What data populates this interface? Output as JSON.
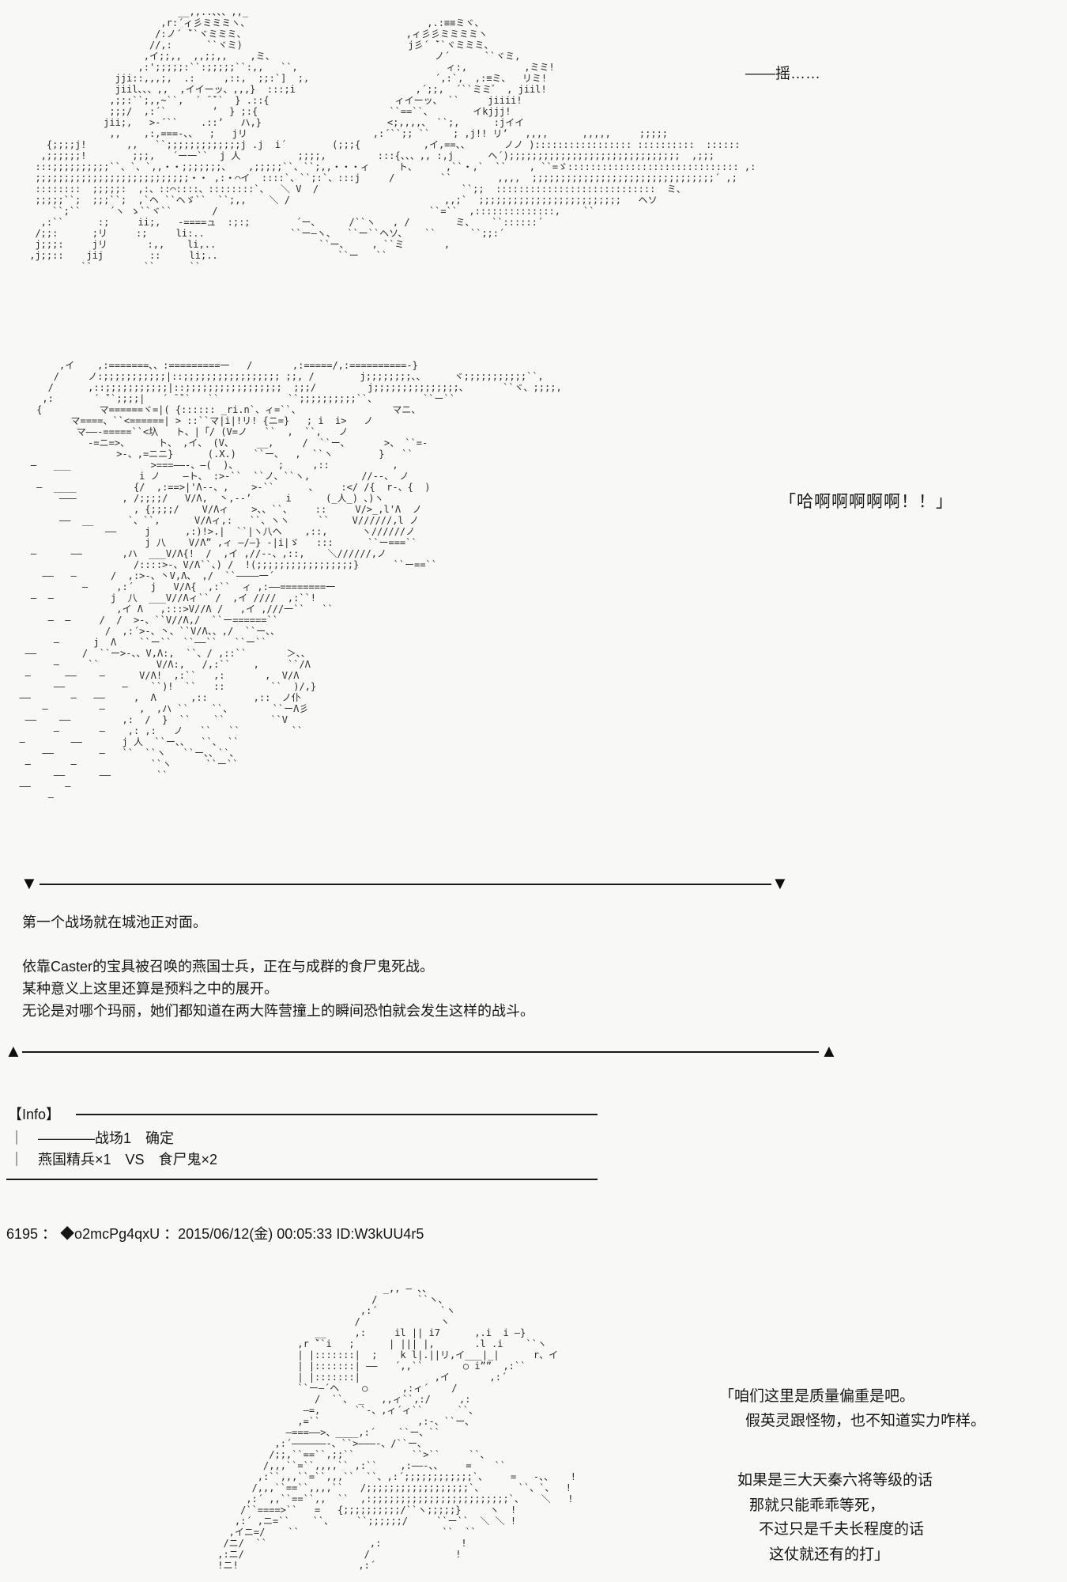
{
  "page": {
    "bg_color": "#f8f8f6",
    "ink_color": "#1a1a1a"
  },
  "top_scene": {
    "sfx_label": "——摇……",
    "ascii_art": [
      "                           __,,..、、、,,_",
      "                        ,r:´ィ彡ミミミヽ、                               ,.:≡≡ミヾ、",
      "                       /:ノ´ ̄``ヾミミミ、                            ,ィ彡彡ミミミミヽ",
      "                      //,:      ``ヾミ)                             j彡´ ̄``ヾミミミ、",
      "                     ,イ;;,,  ,,;;,,    ,ミ、                            ノ´      ``ヾミ,",
      "                    ,:';;;;;:``:;;;;;``:,,   ``,                          ィ:,          ,ミミ!",
      "                jji::,,,;,  .:     ,::,  ;;:`]  ;,                      ´,:`,  ,:≡ミ、  リミ!",
      "                jiil、、、,,  ,イイーッ、,,,}  :::;i                     ,´;;,  ´``ミミ゛ , jiil!",
      "               ,;;:``;,,~``,  ´ ̄ ̄``  } .::{                      ィイーッ、 ``     jiiii!",
      "               ;;;/  ,:´`        ’  } ;:{                       ``==``、       イkjjj!",
      "              jii;,   >-´``    .::’   ハ,}                      <;,,,,、 ``;,      :jイイ",
      "               ,,    ,:,===-、、  ;   jリ                      ,:´``;; ``    ; ,j!! リ’   ,,,,      ,,,,,     ;;;;;",
      "    {;;;;j!       ,,   ``;;;;;;;;;;;;;j .j  i´        (;;;{           ,イ,==、、      ノノ )::::::::::::::::: ::::::::::  ::::::",
      "   ,;;;;;;!        ;;;,   ´ー一``  j 人          ;;;;,         :::{、、、,, :,j      ヘ´);;;;;;;;;;;;;;;;;;;;;;;;;;;;;;  ,;;;",
      "  :::;;;;;;;;;;``、`、`,,・・;;;;;;;、   ,;;;;;``、``;,,・・・ィ     ト、     ,``・,`  ``    , ``=ゞ:::::::::::::::::::::::::::::: ,:",
      "  ;;;;;;;;;;;;;;;;;;;;;;;;;;;・・ ,:・⌒イ  ::::`、``;:`、:::j     /        ``        ,,,,  ;;;;;;;;;;;;;;;;;;;;;;;;;;;;;;;;´ ,;",
      "  ::::::::  ;;;;;:  ,:、::⌒::::、::::::::`、  ＼ V  /                         ``;;  ::::::::::::::::::::::::::::  ミ、",
      "  ;;;;;``;  ;;;``;  ,`ヘ ``ヘゞ``  ``;,,    ＼ /                           ,,;`  ;;;;;;;;;;;;;;;;;;;;;;;;;   ヘソ",
      "     ``;``     ´ヽ ゝ``ヾ``       /                                     ``=``  ,::::::::::::::,    ``",
      "   ,:``      :;     ii;,   -====ュ  :;:;        ´ー、     /``ヽ   , /        ミ、   ``::::::´",
      "  /;;:      ;リ     :;     li:..               ``ー―ヽ、  ``ー``ヘソ、   ``      ``;;:´",
      "  j;;;:     jリ       :,,    li,..                  ``ー、    , ``ミ       ,",
      " ,j;;::    jij        ::     li;..                     ``ー   ``",
      "          ``         ``      ``"
    ]
  },
  "middle_scene": {
    "dialogue": "「哈啊啊啊啊啊！！」",
    "ascii_art": [
      "         ,イ    ,:=======、、:=========一   /       ,:=====/,:==========-}",
      "        /     ノ:;;;;;;;;;;;|::;;;;;;;;;;;;;;;;; ;;, /        j;;;;;;;;、、     ヾ;;;;;;;;;;;``,",
      "       /      ,::;;;;;;;;;;;|::;;;;;;;;;;;;;;;;;  ;;;/         j;;;;;;;;;;;;;;;、      ``ヾ、;;;;,",
      "      ,:       ´ ̄``;;;;|   ´ ̄ ̄``   ``            ``;;;;;;;;;;``、        ``ー``",
      "     {          マ======ヾ=|( {:::::: _ri.n`、ィ=``、                マニ、",
      "           マ====、``<======| > ::``マ|i|!リ! {ニ=}   ; i  i>   ノ",
      "            マ――-=====``<圦   ト、|「/ (V=ノ   ``  ,  ``,   ノ",
      "              -=ニ=>、     ト、 ,イ、 (V、    __,     /  ``ー、      >、 ``=-",
      "                   >-、,=ニニ}      (.X.)   ``ー、  ,  ``ヽ        }   ``",
      "    ―   ___              >===――-、―(  )、       ;     ,::           ,",
      "                       i ノ    ―ト、 :>-``  ``ノ、``ヽ,         //--、 ノ",
      "     ―  ____          {/  ,:==>|'Λ--、,    >-``      、    :</ /{  r-、{  )",
      "         ―――        , /;;;;/   V/Λ,  丶,--’      i      (_人_) 、)ヽ",
      "                      , {;;;;/    V/Λィ    >、、``、    ::     V/>_,l'Λ  ノ",
      "         ――  __      `、``,      V/Λィ,:   ``、ヽヽ     ``    V//////,l ノ",
      "                 ――     j      ,:)!>.|  ``|ヽ八ヘ    ,::,      ヽ//////ノ",
      "                        j 八    V/Λ” ,ィ ―/―} -|i|ゞ   :::      ``ー===``",
      "    ―      ――       ,ハ  ___V/Λ{!  /  ,イ ,//--、,::,    ＼//////,ノ",
      "                      /::::>-、V/Λ``、) /  !(;;;;;;;;;;;;;;;;;}      ``ー==``",
      "      ――   ―      /  ,:>-、丶V,Λ、 ,/  ``――――一´",
      "             ―     ,:´   j   V/Λ{  ,:``  ィ ,:――========一",
      "    ―  ―          j  八  ___V//Λィ`` /  ,イ ////  ,:``!",
      "                   ,イ Λ   ,:::>V//Λ /   ,イ ,///一``   ``",
      "       ―  ―     /  /  >-、``V//Λ,/  ``ー======``",
      "                 /  ,:´>-、丶、``V/Λ、、,/  ``ー、、",
      "        ―      j  Λ    ``ー``  ``――``   ``ー``",
      "   ――        /  ``ー>-、、V,Λ:,  ``、/ ,::``       ＞、、",
      "        ―     ``          V/Λ:,   /,:``    ,     ``/Λ",
      "   ―      ――    ―      V/Λ!  ,:``   ,:       ,  V/Λ",
      "        ――          ―    ``)!  ``   ::        ``  )/,}",
      "  ――       ―   ――     ,  Λ      ,::        ,::  ノ仆",
      "      ―         ―      ,  ,ハ ``    ``、       ``ーΛ彡",
      "   ――    ――         ,:  /  }  ``    ``        ``V",
      "        ―       ―    ,: ,:   ノ   ``   ``         ``",
      "  ―        ――       j 人  ``ー、、  ``、 ``",
      "      ――        ―   ``  ``ヽ   ``ー、、``、",
      "   ―       ―             ``ヽ      ``ー``",
      "        ――      ――        ``",
      "  ――      ―",
      "       ―"
    ]
  },
  "divider_top": {
    "symbol": "▼"
  },
  "divider_bottom": {
    "symbol": "▲"
  },
  "narration": {
    "lines": [
      "第一个战场就在城池正对面。",
      "",
      "依靠Caster的宝具被召唤的燕国士兵，正在与成群的食尸鬼死战。",
      "某种意义上这里还算是预料之中的展开。",
      "无论是对哪个玛丽，她们都知道在两大阵营撞上的瞬间恐怕就会发生这样的战斗。"
    ]
  },
  "info_box": {
    "header": "【Info】",
    "lines": [
      "｜　————战场1　确定",
      "｜　燕国精兵×1　VS　食尸鬼×2"
    ]
  },
  "post_header": {
    "number": "6195",
    "sep1": " ： ",
    "tripcode": "◆o2mcPg4qxU",
    "sep2": " ：",
    "datetime": "2015/06/12(金) 00:05:33",
    "id": "ID:W3kUU4r5"
  },
  "bottom_scene": {
    "dialogue_block_1": [
      "「咱们这里是质量偏重是吧。",
      "假英灵跟怪物，也不知道实力咋样。"
    ],
    "dialogue_block_2": [
      "如果是三大天秦六将等级的话",
      "那就只能乖乖等死，",
      "不过只是千夫长程度的话",
      "这仗就还有的打」"
    ],
    "ascii_art": [
      "                              _,, ― 、、",
      "                            /       ``ヽ、",
      "                          ,:´           `ヽ",
      "                         /              ヽ",
      "                  __     ,:     il || i7      ,.i  i ―}",
      "               ,r ̄``i   ;      | ||| |,       .l .i    ``ヽ",
      "               | |:::::::|  ;    k l|.||リ,イ___|_|      r、イ",
      "               | |:::::::| ――   ´,,``       ○ i””  ,:``",
      "               | |:::::::|             ,イ       ,:´",
      "               ``ー―´ヘ    ○      ,:ィ´    /",
      "                  /  ``、 _   ,,ィ``,:/     ,:",
      "                ―=,      ``-、,ィ´ィ``      ``、",
      "               ,=``                 ,:-、``ー、",
      "             ―===――>、____,:´    ``ー、``",
      "           ,:´――――――-、``>―――-、/``ー、",
      "          /;;,``==``,;;``          ``>``     ``、",
      "         /,,,``=``,,,,`` ,:``    ,:――-、、    =    ``",
      "        ,:``,,,``=``,,,``  ``、,:´;;;;;;;;;;;;`、    =   -、、   !",
      "       /,,,``==``,,,,``   /;;;;;;;;;;;;;;;;;;`、      ``、`、  !",
      "      ,:´ ,,``==``,,  ``  ,:;;;;;;;;;;;;;;;;;;;;;;;;`、   ＼   !",
      "     /``====>``   =   {;;;;;;;;;;/``ヽ;;;;;}     ヽ  !",
      "    ,:´ ,ニ=``    ``、    ``;;;;;;/     ``ー``  ＼ ＼ !",
      "   ,イニ=/    ``                         ``  ``",
      "  /ニ/  ``                  ,:              !",
      " ,:ニ/                     /               !",
      " !ニ!                     ,:´"
    ]
  }
}
